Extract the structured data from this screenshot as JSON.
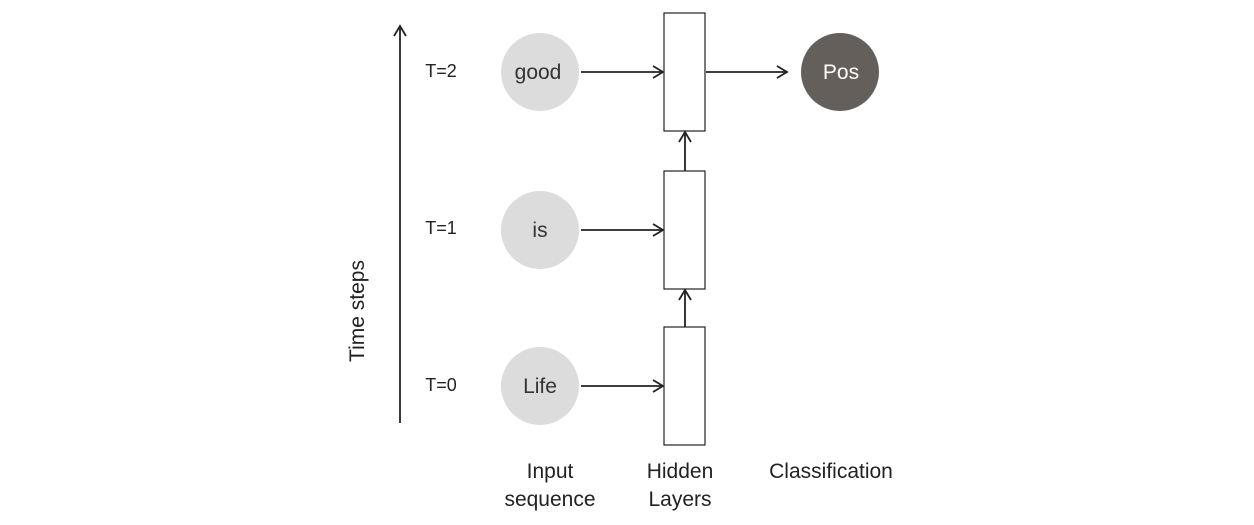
{
  "axis": {
    "label": "Time steps"
  },
  "timesteps": [
    {
      "label": "T=0",
      "word": "Life"
    },
    {
      "label": "T=1",
      "word": "is"
    },
    {
      "label": "T=2",
      "word": "good"
    }
  ],
  "output": {
    "label": "Pos",
    "color": "#655f5c"
  },
  "colors": {
    "input_node": "#dcdcdc",
    "line": "#222222"
  },
  "columns": {
    "input": [
      "Input",
      "sequence"
    ],
    "hidden": [
      "Hidden",
      "Layers"
    ],
    "classification": "Classification"
  }
}
